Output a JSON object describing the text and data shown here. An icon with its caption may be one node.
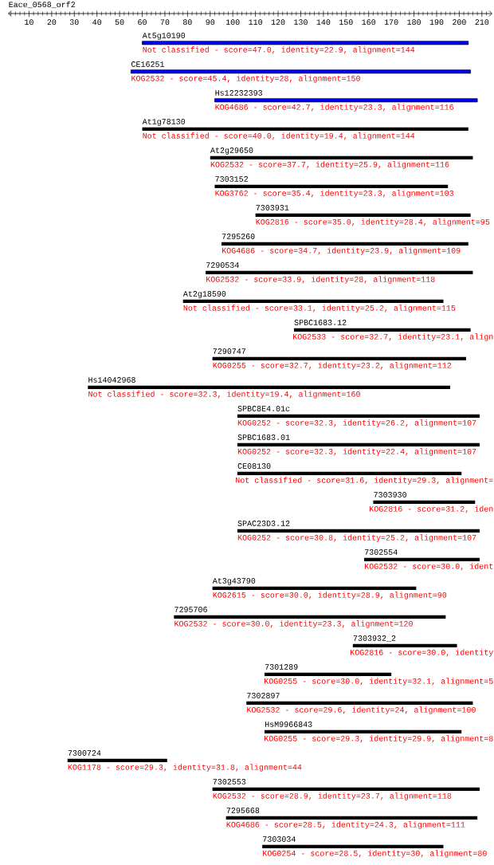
{
  "diagram": {
    "title": "Eace_0568_orf2",
    "nodes": [
      {
        "text": [
          "At5g10190",
          "Not classified - score=47.0, identity=22.9, alignment=144"
        ]
      },
      {
        "text": [
          "CE16251",
          "KOG2532 - score=45.4, identity=28, alignment=150"
        ]
      },
      {
        "text": [
          "Hs12232393",
          "KOG4686 - score=42.7, identity=23.3, alignment=116"
        ]
      },
      {
        "text": [
          "At1g78130",
          "Not classified - score=40.0, identity=19.4, alignment=144"
        ]
      },
      {
        "text": [
          "At2g29650",
          "KOG2532 - score=37.7, identity=25.9, alignment=116"
        ]
      },
      {
        "text": [
          "7303152",
          "KOG3762 - score=35.4, identity=23.3, alignment=103"
        ]
      },
      {
        "text": [
          "7303931",
          "KOG2816 - score=35.0, identity=28.4, alignment=95"
        ]
      },
      {
        "text": [
          "7295260",
          "KOG4686 - score=34.7, identity=23.9, alignment=109"
        ]
      },
      {
        "text": [
          "7290534",
          "KOG2532 - score=33.9, identity=28, alignment=118"
        ]
      },
      {
        "text": [
          "At2g18590",
          "Not classified - score=33.1, identity=25.2, alignment=115"
        ]
      },
      {
        "text": [
          "SPBC1683.12",
          "KOG2533 - score=32.7, identity=23.1, align"
        ]
      },
      {
        "text": [
          "7290747",
          "KOG0255 - score=32.7, identity=23.2, alignment=112"
        ]
      },
      {
        "text": [
          "Hs14042968",
          "Not classified - score=32.3, identity=19.4, alignment=160"
        ]
      },
      {
        "text": [
          "SPBC8E4.01c",
          "KOG0252 - score=32.3, identity=26.2, alignment=107"
        ]
      },
      {
        "text": [
          "SPBC1683.01",
          "KOG0252 - score=32.3, identity=22.4, alignment=107"
        ]
      },
      {
        "text": [
          "CE08130",
          "Not classified - score=31.6, identity=29.3, alignment="
        ]
      },
      {
        "text": [
          "7303930",
          "KOG2816 - score=31.2, iden"
        ]
      },
      {
        "text": [
          "SPAC23D3.12",
          "KOG0252 - score=30.8, identity=25.2, alignment=107"
        ]
      },
      {
        "text": [
          "7302554",
          "KOG2532 - score=30.0, ident"
        ]
      },
      {
        "text": [
          "At3g43790",
          "KOG2615 - score=30.0, identity=28.9, alignment=90"
        ]
      },
      {
        "text": [
          "7295706",
          "KOG2532 - score=30.0, identity=23.3, alignment=120"
        ]
      },
      {
        "text": [
          "7303932_2",
          "KOG2816 - score=30.0, identity"
        ]
      },
      {
        "text": [
          "7301289",
          "KOG0255 - score=30.0, identity=32.1, alignment=5"
        ]
      },
      {
        "text": [
          "7302897",
          "KOG2532 - score=29.6, identity=24, alignment=100"
        ]
      },
      {
        "text": [
          "HsM9966843",
          "KOG0255 - score=29.3, identity=29.9, alignment=8"
        ]
      },
      {
        "text": [
          "7300724",
          "KOG1178 - score=29.3, identity=31.8, alignment=44"
        ]
      },
      {
        "text": [
          "7302553",
          "KOG2532 - score=28.9, identity=23.7, alignment=118"
        ]
      },
      {
        "text": [
          "7295668",
          "KOG4686 - score=28.5, identity=24.3, alignment=111"
        ]
      },
      {
        "text": [
          "7303034",
          "KOG0254 - score=28.5, identity=30, alignment=80"
        ]
      }
    ],
    "labels": [
      "10",
      "20",
      "30",
      "40",
      "50",
      "60",
      "70",
      "80",
      "90",
      "100",
      "110",
      "120",
      "130",
      "140",
      "150",
      "160",
      "170",
      "180",
      "190",
      "200",
      "210"
    ]
  }
}
